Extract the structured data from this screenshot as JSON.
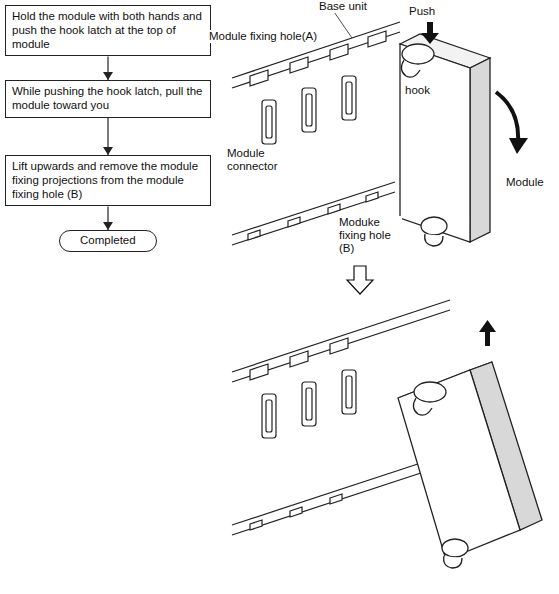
{
  "diagram": {
    "nodes": [
      {
        "text": [
          "Hold the module with both hands and push the hook latch at the top of module"
        ]
      },
      {
        "text": [
          "While pushing the hook latch, pull the module toward you"
        ]
      },
      {
        "text": [
          "Lift upwards and remove the module fixing projections from the module fixing hole (B)"
        ]
      },
      {
        "text": [
          "Completed"
        ]
      }
    ],
    "edges": [
      {
        "from": 0,
        "to": 1,
        "arrow": "to"
      },
      {
        "from": 1,
        "to": 2,
        "arrow": "to"
      },
      {
        "from": 2,
        "to": 3,
        "arrow": "to"
      }
    ],
    "labels": [
      "Base unit",
      "Push",
      "Module fixing hole(A)",
      "hook",
      "Module connector",
      "Module",
      "Moduke fixing hole (B)"
    ]
  }
}
